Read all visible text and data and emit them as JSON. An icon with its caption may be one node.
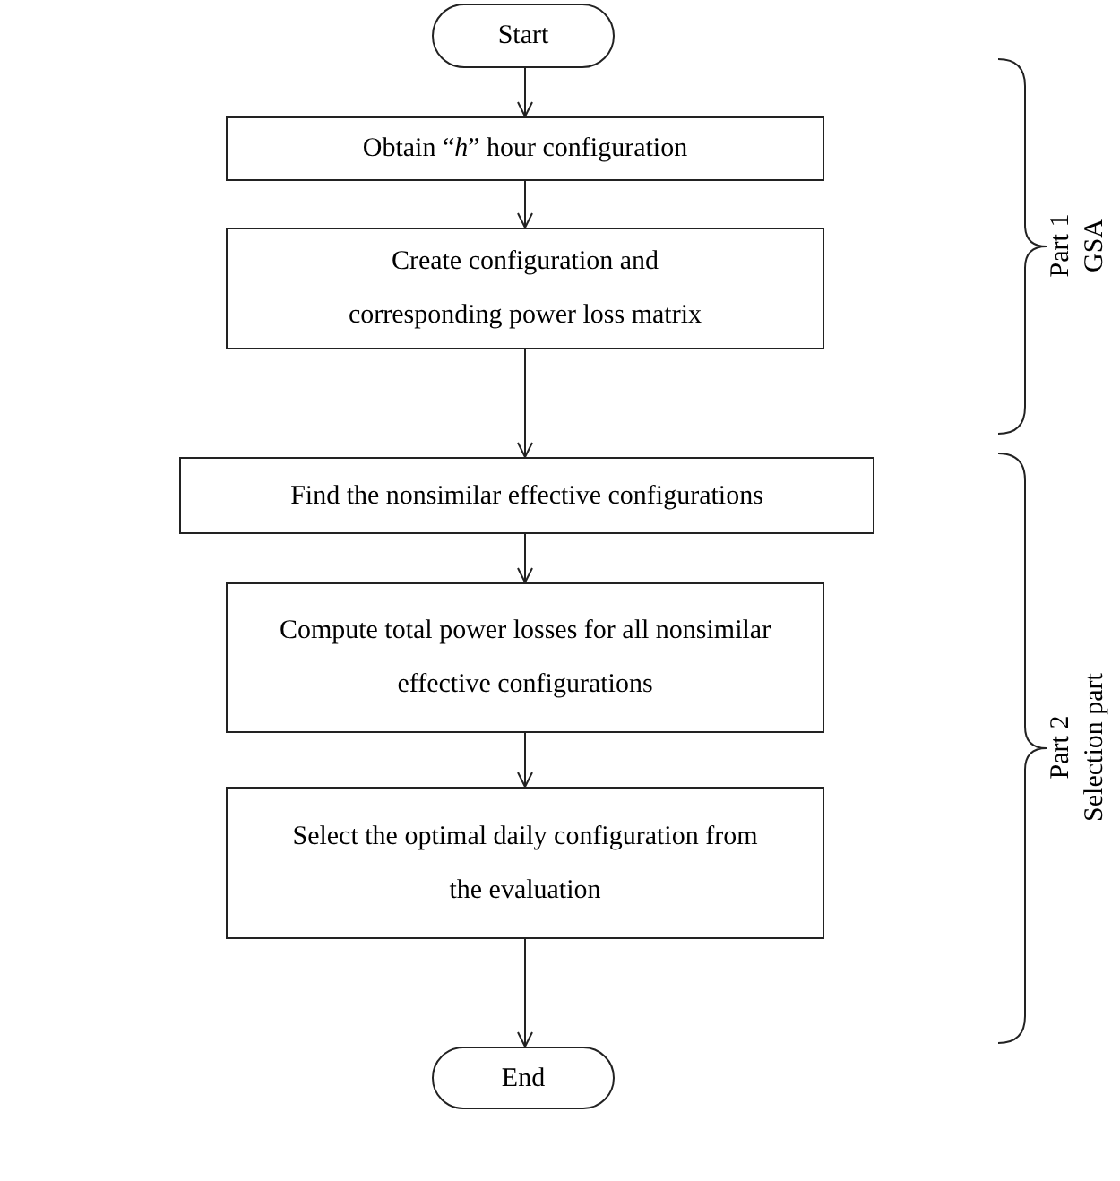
{
  "diagram": {
    "nodes": [
      {
        "text": [
          "Start"
        ]
      },
      {
        "text": [
          "Obtain “*h*” hour configuration"
        ]
      },
      {
        "text": [
          "Create configuration and corresponding power loss matrix"
        ]
      },
      {
        "text": [
          "Find the nonsimilar effective configurations"
        ]
      },
      {
        "text": [
          "Compute total power losses for all nonsimilar effective configurations"
        ]
      },
      {
        "text": [
          "Select the optimal daily configuration from the evaluation"
        ]
      },
      {
        "text": [
          "End"
        ]
      }
    ],
    "edges": [
      {
        "from": 0,
        "to": 1,
        "arrow": "to"
      },
      {
        "from": 1,
        "to": 2,
        "arrow": "to"
      },
      {
        "from": 2,
        "to": 3,
        "arrow": "to"
      },
      {
        "from": 3,
        "to": 4,
        "arrow": "to"
      },
      {
        "from": 4,
        "to": 5,
        "arrow": "to"
      },
      {
        "from": 5,
        "to": 6,
        "arrow": "to"
      }
    ],
    "labels": [
      "Part 1 GSA",
      "Part 2 Selection part"
    ]
  }
}
